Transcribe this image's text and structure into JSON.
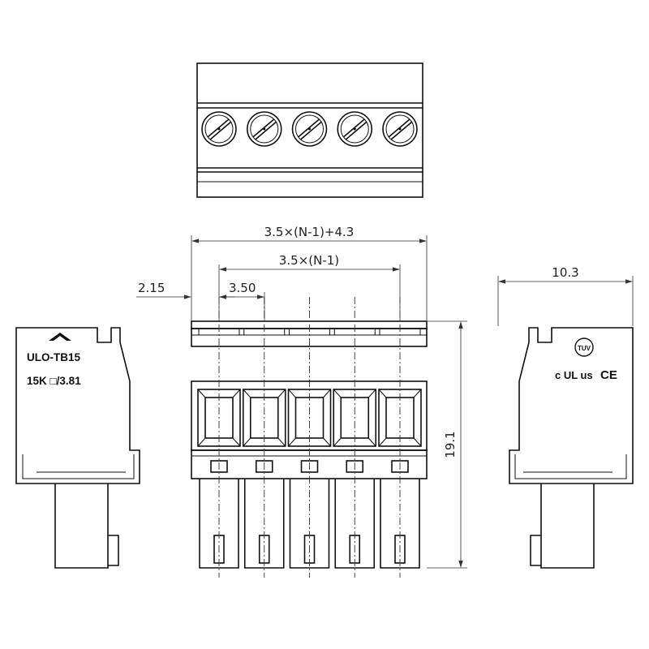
{
  "dimensions": {
    "overall_width": "3.5×(N-1)+4.3",
    "pitch_span": "3.5×(N-1)",
    "edge_offset": "2.15",
    "pitch": "3.50",
    "height": "19.1",
    "depth": "10.3"
  },
  "side_label": {
    "model": "ULO-TB15",
    "variant": "15K □/3.81"
  },
  "certifications": {
    "tuv": "TUV",
    "ul": "c UL us",
    "ce": "CE"
  },
  "connector": {
    "positions": 5
  }
}
